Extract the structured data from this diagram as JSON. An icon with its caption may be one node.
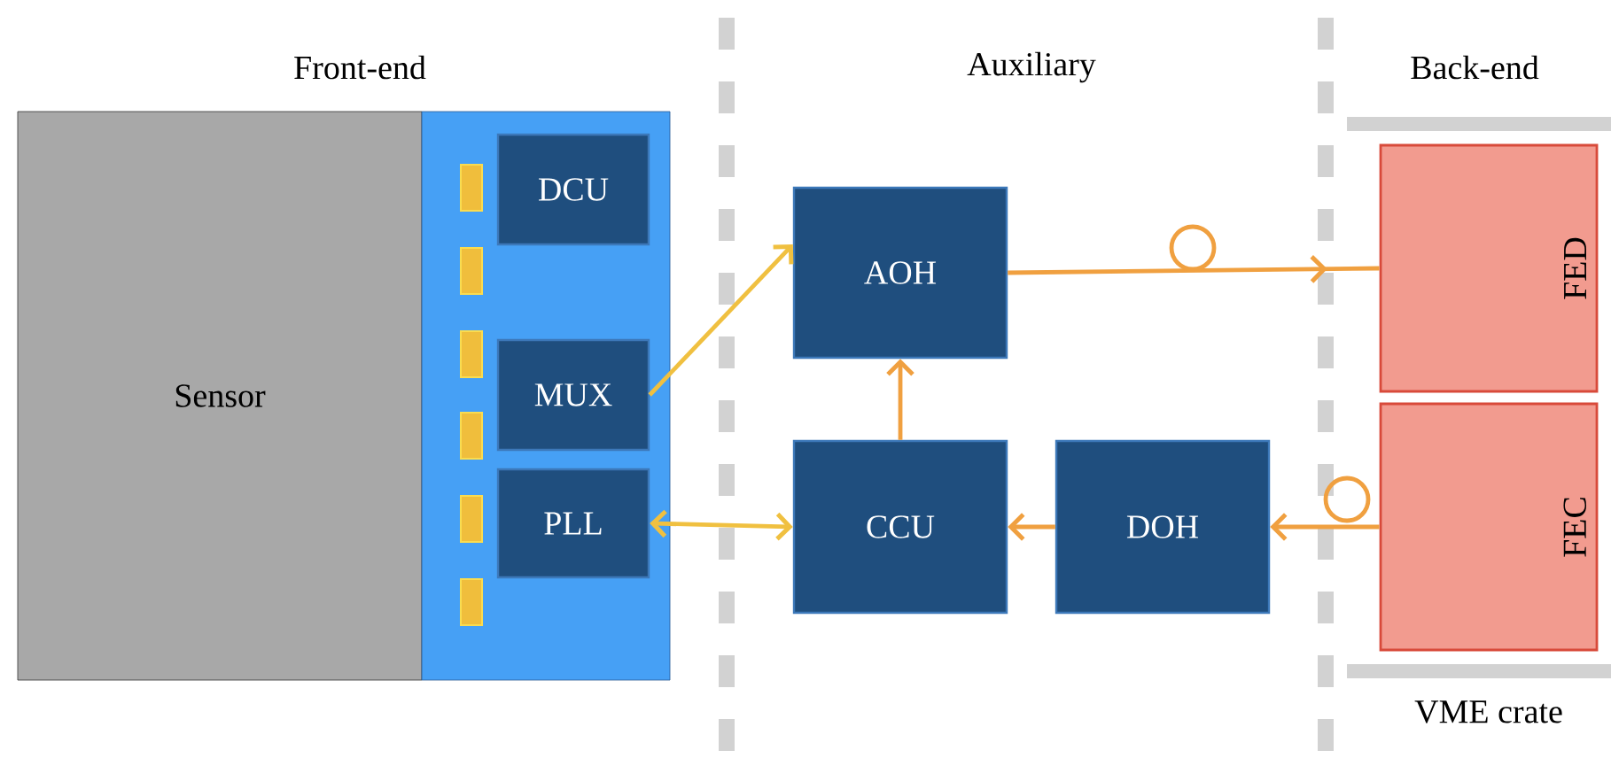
{
  "diagram": {
    "nodes": [
      {
        "text": [
          "Sensor"
        ]
      },
      {
        "text": [],
        "shape": "box"
      },
      {
        "text": [
          "DCU"
        ],
        "in": 1
      },
      {
        "text": [
          "MUX"
        ],
        "in": 1
      },
      {
        "text": [
          "PLL"
        ],
        "in": 1
      },
      {
        "text": [
          "AOH"
        ]
      },
      {
        "text": [
          "CCU"
        ]
      },
      {
        "text": [
          "DOH"
        ]
      },
      {
        "text": [
          "FED"
        ]
      },
      {
        "text": [
          "FEC"
        ]
      }
    ],
    "edges": [
      {
        "from": 3,
        "to": 5,
        "arrow": "to",
        "color": "#f0c040"
      },
      {
        "from": 4,
        "to": 6,
        "arrow": "both",
        "color": "#f0c040"
      },
      {
        "from": 6,
        "to": 5,
        "arrow": "to"
      },
      {
        "from": 5,
        "to": 8,
        "arrow": "to"
      },
      {
        "from": 9,
        "to": 7,
        "arrow": "to"
      },
      {
        "from": 7,
        "to": 6,
        "arrow": "to"
      }
    ],
    "labels": [
      "Front-end",
      "Auxiliary",
      "Back-end",
      "VME crate"
    ]
  }
}
